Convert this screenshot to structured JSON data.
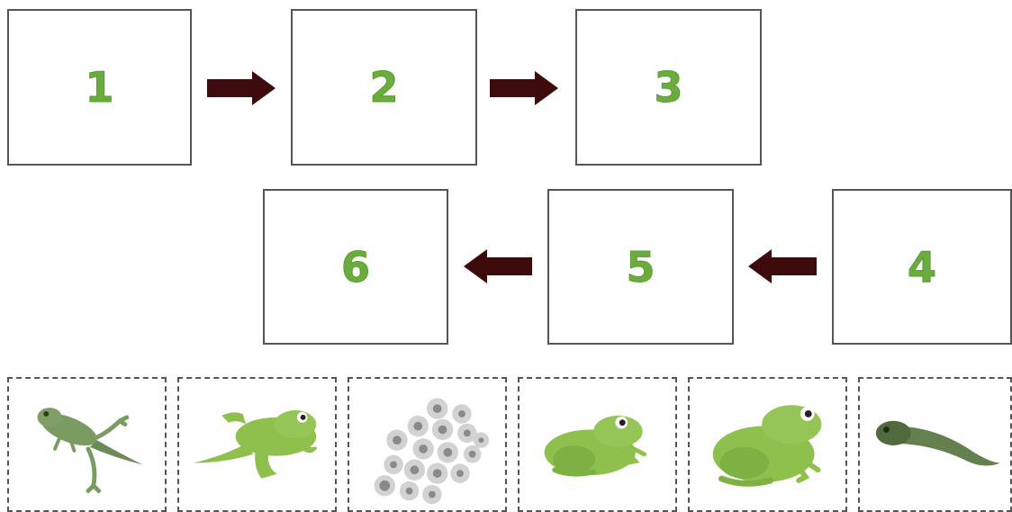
{
  "sequence": {
    "slots": [
      {
        "label": "1"
      },
      {
        "label": "2"
      },
      {
        "label": "3"
      },
      {
        "label": "4"
      },
      {
        "label": "5"
      },
      {
        "label": "6"
      }
    ]
  },
  "colors": {
    "number": "#6aac3d",
    "arrow": "#3d0b0b",
    "frog_body": "#8fc04e",
    "egg": "#c6c6c6"
  },
  "cards": [
    {
      "icon": "froglet-with-tail-icon"
    },
    {
      "icon": "leaping-frog-icon"
    },
    {
      "icon": "frog-eggs-icon"
    },
    {
      "icon": "young-frog-icon"
    },
    {
      "icon": "adult-frog-icon"
    },
    {
      "icon": "tadpole-icon"
    }
  ]
}
